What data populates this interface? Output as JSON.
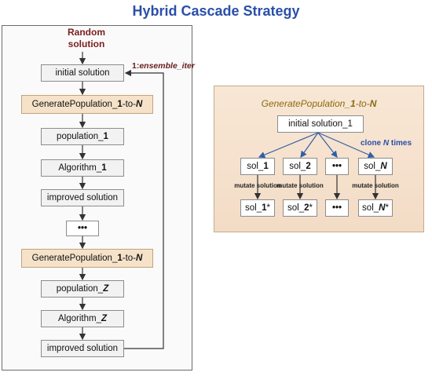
{
  "title": "Hybrid Cascade Strategy",
  "left_flow": {
    "start_label_line1": "Random",
    "start_label_line2": "solution",
    "loop_label_prefix": "1:",
    "loop_label_var": "ensemble_iter",
    "steps": [
      {
        "kind": "plain",
        "text_pre": "initial solution",
        "text_em": "",
        "text_post": ""
      },
      {
        "kind": "gen",
        "text_pre": "GeneratePopulation_",
        "text_em": "1",
        "text_mid": "-to-",
        "text_em2": "N"
      },
      {
        "kind": "plain",
        "text_pre": "population_",
        "text_em": "1",
        "text_post": ""
      },
      {
        "kind": "plain",
        "text_pre": "Algorithm_",
        "text_em": "1",
        "text_post": ""
      },
      {
        "kind": "plain",
        "text_pre": "improved solution",
        "text_em": "",
        "text_post": ""
      },
      {
        "kind": "plain",
        "text_pre": "•••",
        "text_em": "",
        "text_post": ""
      },
      {
        "kind": "gen",
        "text_pre": "GeneratePopulation_",
        "text_em": "1",
        "text_mid": "-to-",
        "text_em2": "N"
      },
      {
        "kind": "plain",
        "text_pre": "population_",
        "text_em": "Z",
        "text_post": ""
      },
      {
        "kind": "plain",
        "text_pre": "Algorithm_",
        "text_em": "Z",
        "text_post": ""
      },
      {
        "kind": "plain",
        "text_pre": "improved solution",
        "text_em": "",
        "text_post": ""
      }
    ]
  },
  "right_panel": {
    "title_pre": "GeneratePopulation_",
    "title_em": "1",
    "title_mid": "-to-",
    "title_em2": "N",
    "root_label": "initial solution_1",
    "clone_label_pre": "clone ",
    "clone_label_em": "N",
    "clone_label_post": " times",
    "mutate_label": "mutate solution",
    "sols": [
      {
        "pre": "sol_",
        "em": "1",
        "post": ""
      },
      {
        "pre": "sol_",
        "em": "2",
        "post": ""
      },
      {
        "pre": "•••",
        "em": "",
        "post": ""
      },
      {
        "pre": "sol_",
        "em": "N",
        "post": ""
      }
    ],
    "mutated": [
      {
        "pre": "sol_",
        "em": "1",
        "post": "*"
      },
      {
        "pre": "sol_",
        "em": "2",
        "post": "*"
      },
      {
        "pre": "•••",
        "em": "",
        "post": ""
      },
      {
        "pre": "sol_",
        "em": "N",
        "post": "*"
      }
    ]
  },
  "colors": {
    "title": "#2a4fa8",
    "arrow_dark": "#333333",
    "arrow_blue": "#2f5ea8",
    "gen_box": "#f5e2c9",
    "loop_label": "#6b1d1d"
  }
}
